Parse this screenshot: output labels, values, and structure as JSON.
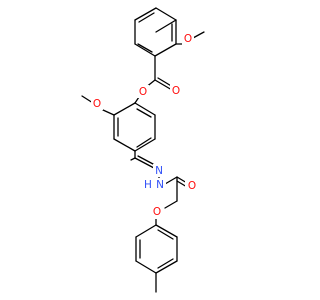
{
  "colors": {
    "oxygen": "#ff0d0d",
    "nitrogen": "#3050f8",
    "hydrogen_on_nitrogen": "#3050f8",
    "carbon_bonds": "#000000",
    "background": "#ffffff"
  },
  "atoms": {
    "o_ester_carbonyl": "O",
    "o_ester_bridge": "O",
    "o_methoxy_top": "O",
    "o_methoxy_middle": "O",
    "n_imine": "N",
    "n_amide": "N",
    "h_amide": "H",
    "o_amide_carbonyl": "O",
    "o_ether": "O"
  }
}
